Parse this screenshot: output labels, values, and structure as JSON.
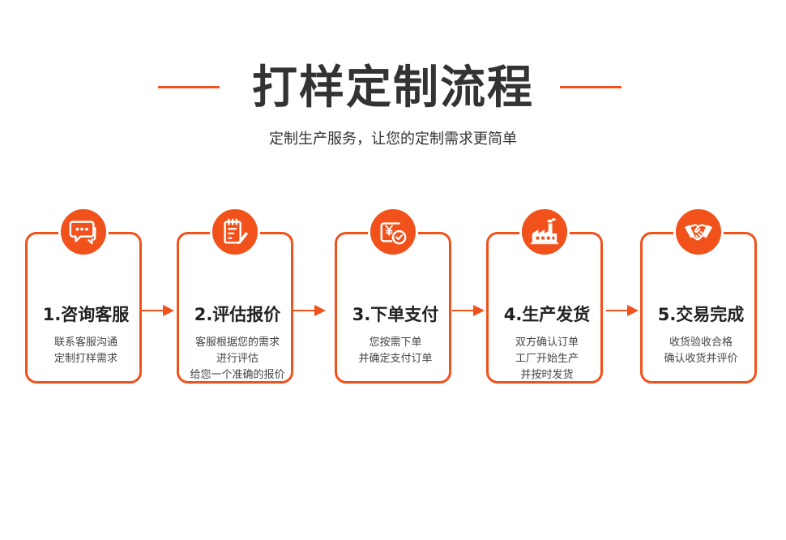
{
  "header": {
    "title": "打样定制流程",
    "subtitle": "定制生产服务，让您的定制需求更简单"
  },
  "colors": {
    "accent": "#f1511b",
    "text": "#333333"
  },
  "steps": [
    {
      "title": "1.咨询客服",
      "icon": "chat-bubble-icon",
      "lines": [
        "联系客服沟通",
        "定制打样需求"
      ]
    },
    {
      "title": "2.评估报价",
      "icon": "clipboard-pen-icon",
      "lines": [
        "客服根据您的需求",
        "进行评估",
        "给您一个准确的报价"
      ]
    },
    {
      "title": "3.下单支付",
      "icon": "payment-check-icon",
      "lines": [
        "您按需下单",
        "并确定支付订单"
      ]
    },
    {
      "title": "4.生产发货",
      "icon": "factory-icon",
      "lines": [
        "双方确认订单",
        "工厂开始生产",
        "并按时发货"
      ]
    },
    {
      "title": "5.交易完成",
      "icon": "handshake-icon",
      "lines": [
        "收货验收合格",
        "确认收货并评价"
      ]
    }
  ]
}
